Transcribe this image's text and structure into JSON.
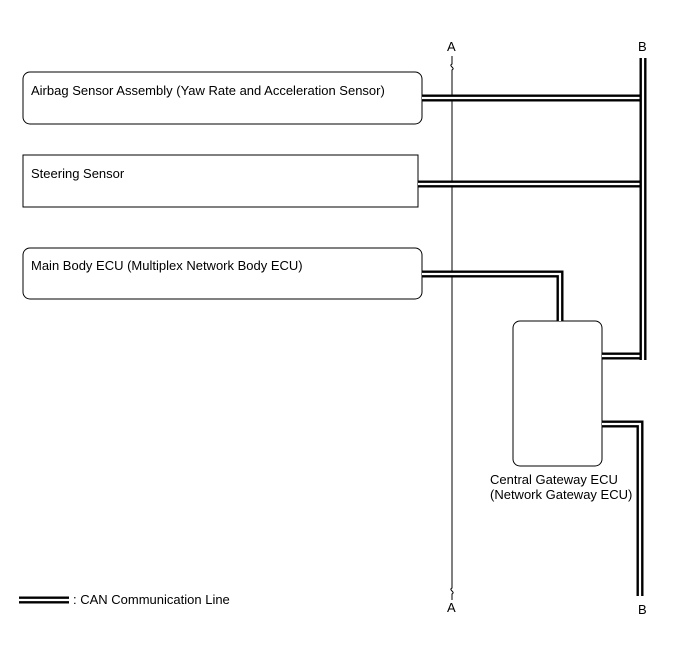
{
  "components": {
    "airbag": "Airbag Sensor Assembly (Yaw Rate and Acceleration Sensor)",
    "steering": "Steering Sensor",
    "main_body": "Main Body ECU (Multiplex Network Body ECU)",
    "gateway_line1": "Central Gateway ECU",
    "gateway_line2": "(Network Gateway ECU)"
  },
  "markers": {
    "a_top": "A",
    "a_bottom": "A",
    "b_top": "B",
    "b_bottom": "B"
  },
  "legend": {
    "label": ": CAN Communication Line"
  },
  "colors": {
    "line": "#000000",
    "background": "#ffffff"
  }
}
